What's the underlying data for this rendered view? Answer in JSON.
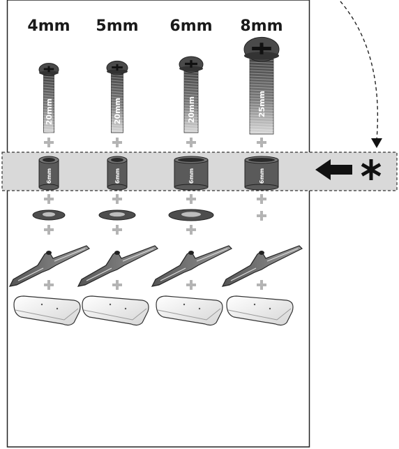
{
  "columns": [
    {
      "size_label": "4mm",
      "screw_length": "20mm",
      "spacer_label": "6mm",
      "has_washer": true
    },
    {
      "size_label": "5mm",
      "screw_length": "20mm",
      "spacer_label": "6mm",
      "has_washer": true
    },
    {
      "size_label": "6mm",
      "screw_length": "20mm",
      "spacer_label": "6mm",
      "has_washer": true
    },
    {
      "size_label": "8mm",
      "screw_length": "25mm",
      "spacer_label": "6mm",
      "has_washer": false
    }
  ],
  "callout": {
    "asterisk": "*"
  },
  "colors": {
    "band": "#d9d9d9",
    "part_dark": "#555555",
    "plus": "#b4b4b4",
    "arrow": "#111111"
  },
  "icons": [
    "screw-icon",
    "spacer-icon",
    "washer-icon",
    "bracket-icon",
    "pad-icon",
    "plus-icon",
    "arrow-left-icon",
    "asterisk-icon"
  ]
}
